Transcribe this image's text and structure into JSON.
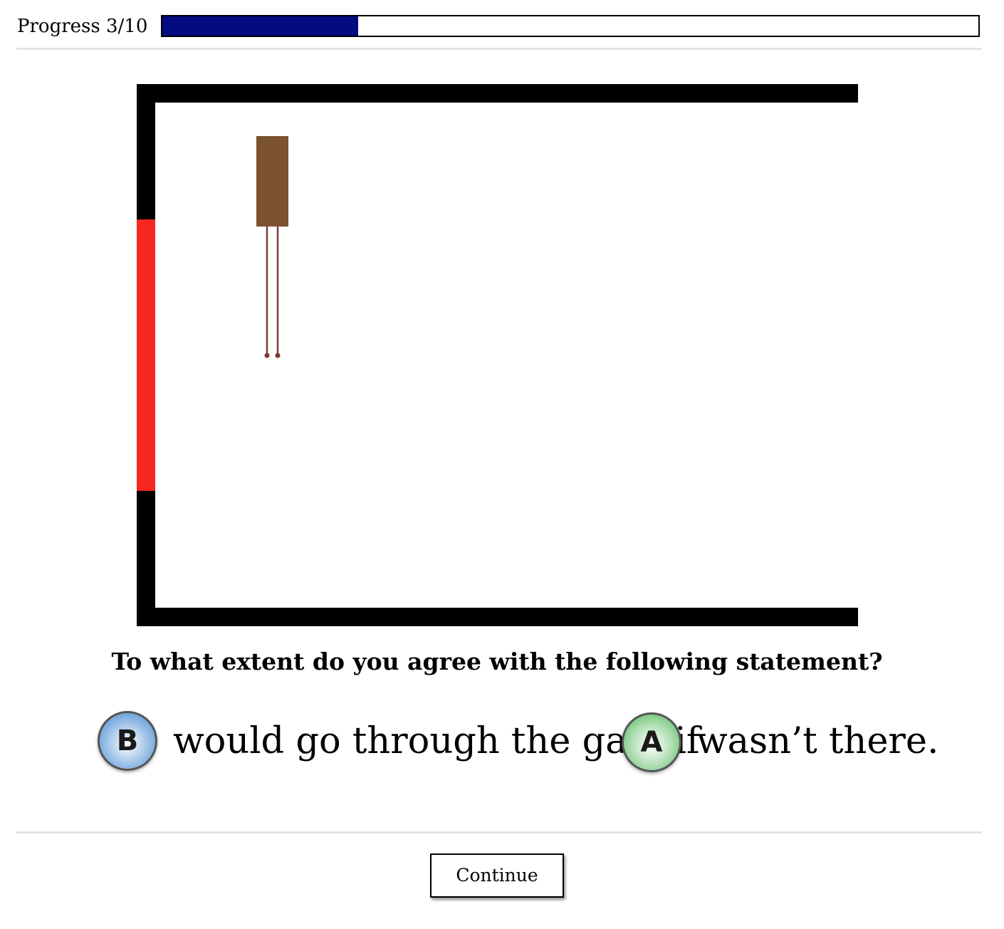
{
  "progress": {
    "label": "Progress 3/10",
    "current": 3,
    "total": 10,
    "fill_fraction": 0.24,
    "fill_color": "#020b80"
  },
  "scene": {
    "wall_color": "#000000",
    "gate_color": "#f5271f",
    "post_color": "#7b5232",
    "trail_color": "#7a3b2e"
  },
  "question": {
    "text": "To what extent do you agree with the following statement?"
  },
  "statement": {
    "subject_token": "B",
    "middle_text": "would go through the gate if",
    "object_token": "A",
    "end_text": "wasn’t there.",
    "token_colors": {
      "B": "#3f85cc",
      "A": "#4db556"
    }
  },
  "footer": {
    "continue_label": "Continue"
  }
}
